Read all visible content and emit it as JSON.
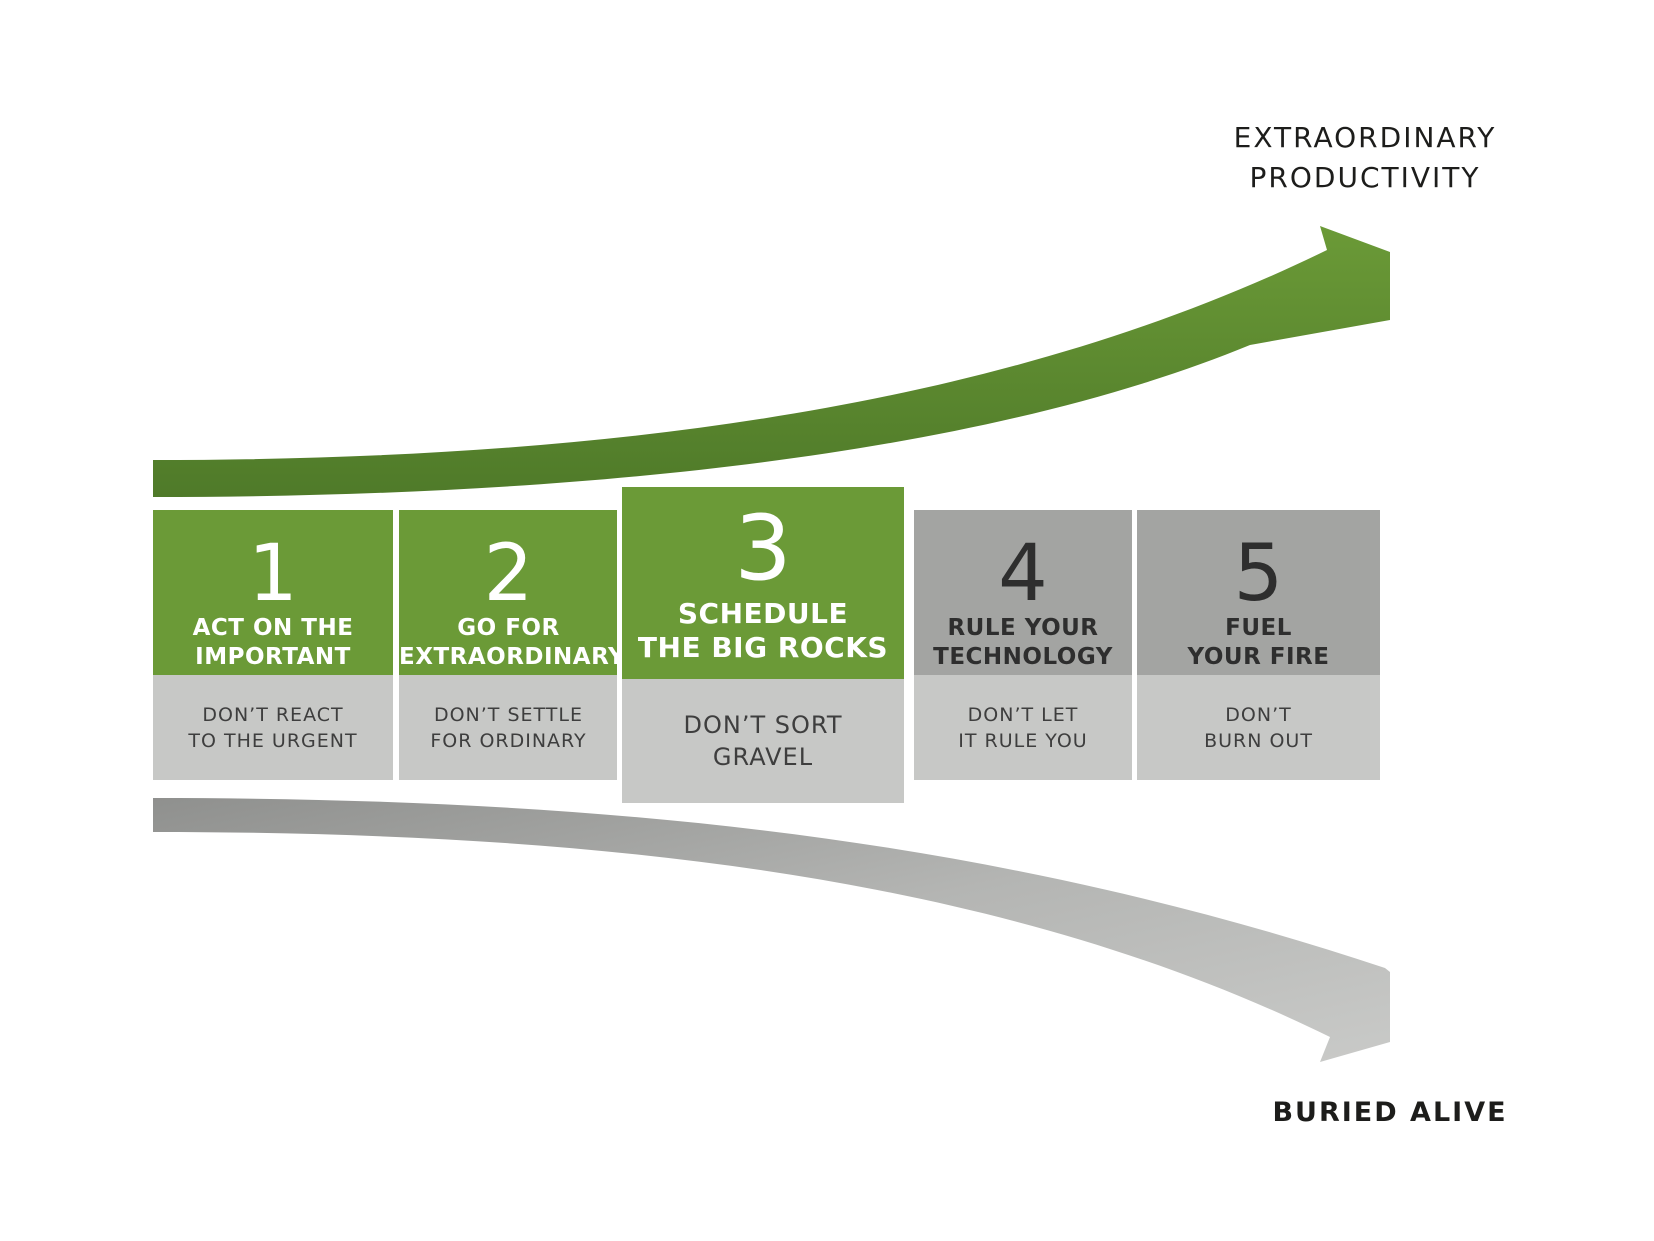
{
  "outcomes": {
    "top": "EXTRAORDINARY\nPRODUCTIVITY",
    "bottom": "BURIED ALIVE"
  },
  "steps": [
    {
      "number": "1",
      "title": "ACT ON THE\nIMPORTANT",
      "subtitle": "DON’T REACT\nTO THE URGENT",
      "highlight": "green"
    },
    {
      "number": "2",
      "title": "GO FOR\nEXTRAORDINARY",
      "subtitle": "DON’T SETTLE\nFOR ORDINARY",
      "highlight": "green"
    },
    {
      "number": "3",
      "title": "SCHEDULE\nTHE BIG ROCKS",
      "subtitle": "DON’T SORT\nGRAVEL",
      "highlight": "green"
    },
    {
      "number": "4",
      "title": "RULE YOUR\nTECHNOLOGY",
      "subtitle": "DON’T LET\nIT RULE YOU",
      "highlight": "gray"
    },
    {
      "number": "5",
      "title": "FUEL\nYOUR FIRE",
      "subtitle": "DON’T\nBURN OUT",
      "highlight": "gray"
    }
  ],
  "colors": {
    "green": "#6b9a37",
    "green_dark": "#4f7a29",
    "gray_head": "#a3a4a2",
    "gray_foot": "#c7c8c6",
    "arrow_gray": "#a6a7a5"
  }
}
